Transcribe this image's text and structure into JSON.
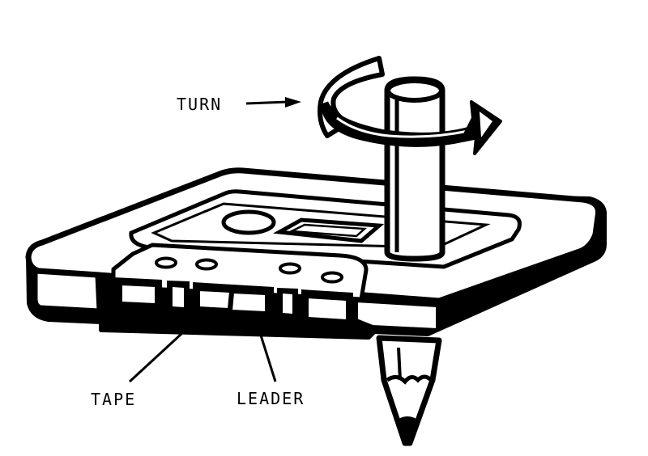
{
  "figure": {
    "labels": {
      "turn": "TURN",
      "tape": "TAPE",
      "leader": "LEADER"
    },
    "colors": {
      "ink": "#000000",
      "paper": "#ffffff"
    }
  }
}
